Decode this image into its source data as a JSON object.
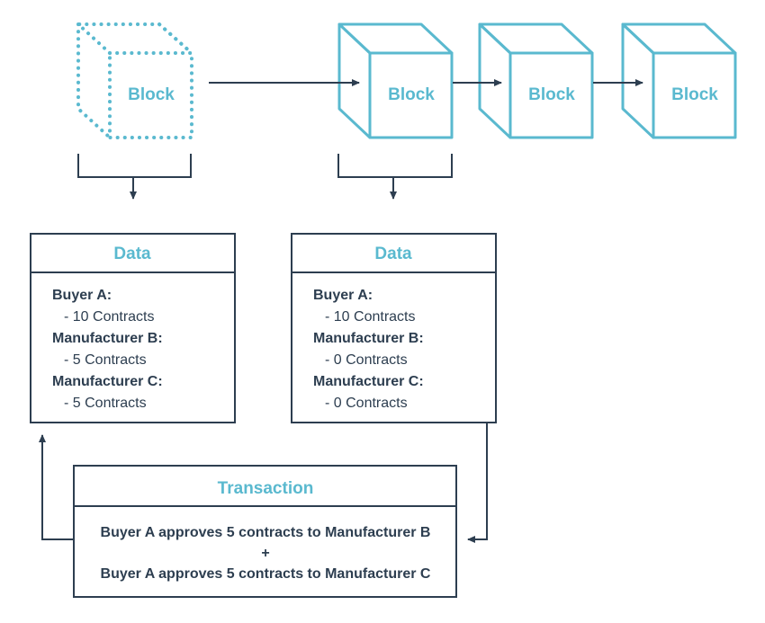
{
  "colors": {
    "accent": "#5ab9cf",
    "ink": "#2d3e50"
  },
  "blocks": [
    {
      "label": "Block",
      "style": "dotted"
    },
    {
      "label": "Block",
      "style": "solid"
    },
    {
      "label": "Block",
      "style": "solid"
    },
    {
      "label": "Block",
      "style": "solid"
    }
  ],
  "data_boxes": [
    {
      "title": "Data",
      "lines": [
        "Buyer A:",
        "- 10 Contracts",
        "Manufacturer B:",
        "- 5 Contracts",
        "Manufacturer C:",
        "- 5 Contracts"
      ]
    },
    {
      "title": "Data",
      "lines": [
        "Buyer A:",
        "- 10 Contracts",
        "Manufacturer B:",
        "- 0 Contracts",
        "Manufacturer C:",
        "- 0 Contracts"
      ]
    }
  ],
  "transaction": {
    "title": "Transaction",
    "line1": "Buyer A approves 5 contracts to Manufacturer B",
    "plus": "+",
    "line2": "Buyer A approves 5 contracts to Manufacturer C"
  }
}
